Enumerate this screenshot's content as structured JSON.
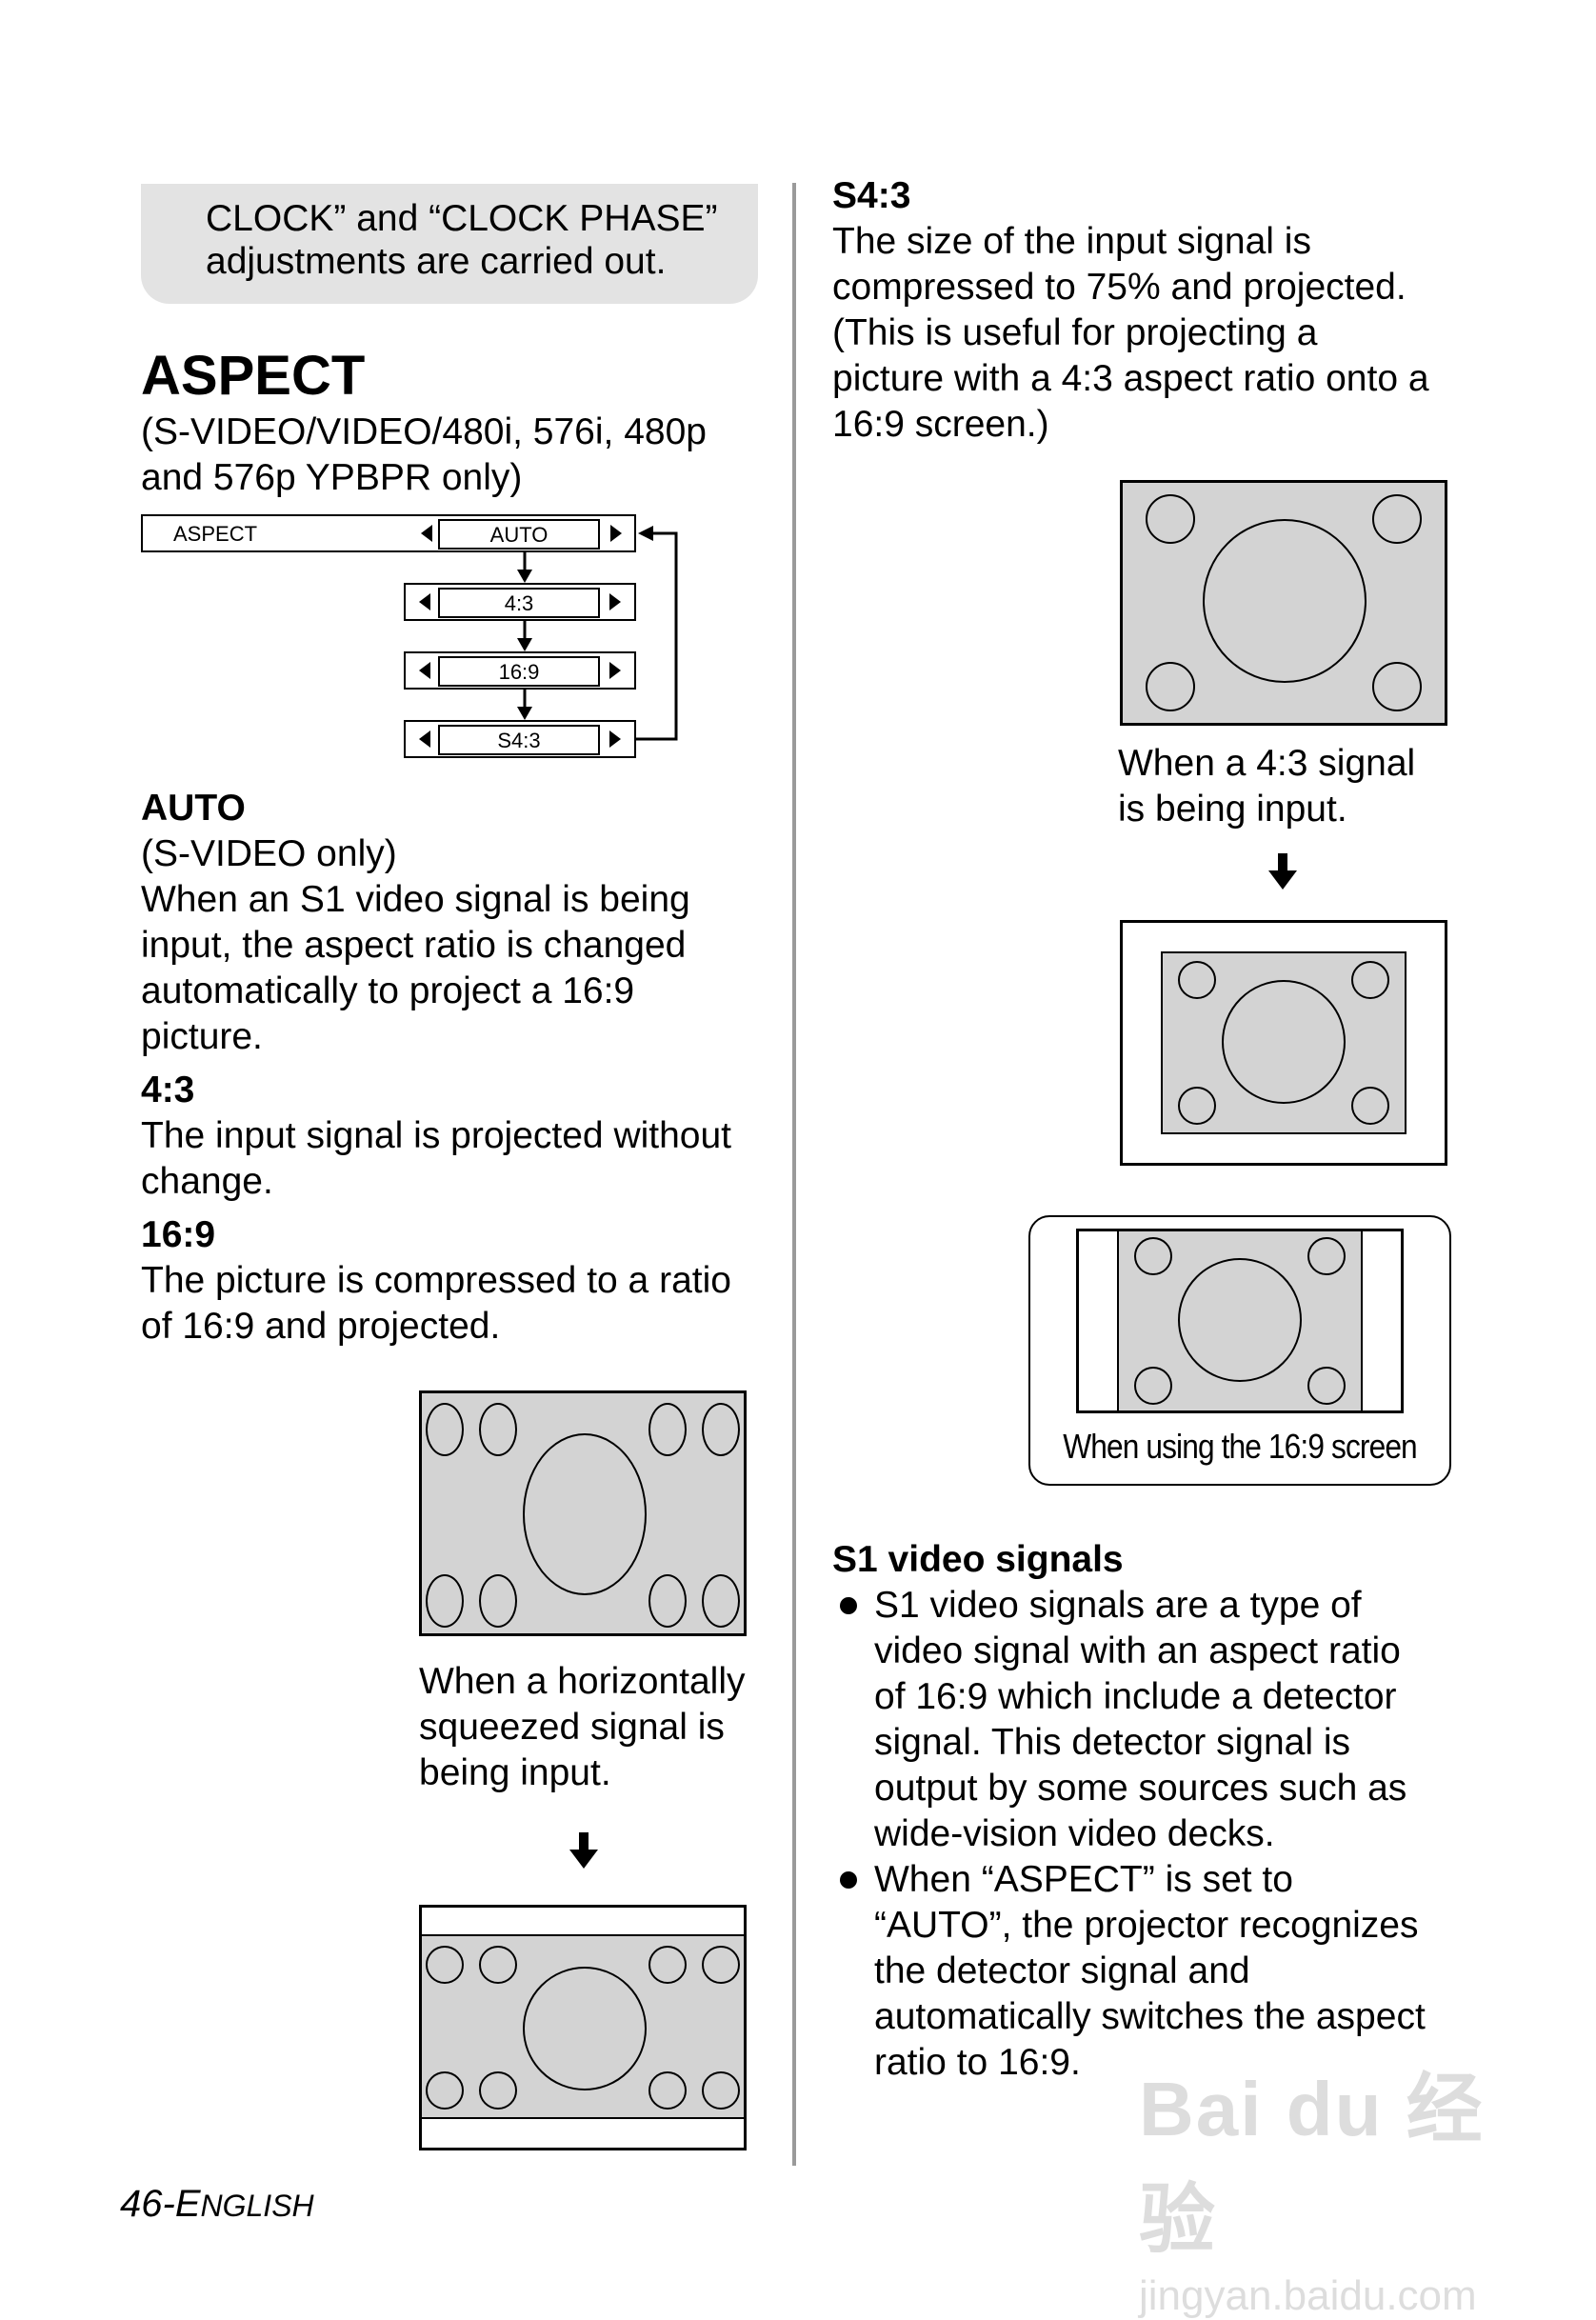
{
  "note_box": {
    "line1": "CLOCK” and “CLOCK PHASE”",
    "line2": "adjustments are carried out."
  },
  "aspect": {
    "title": "ASPECT",
    "subtitle_line1": "(S-VIDEO/VIDEO/480i, 576i, 480p",
    "subtitle_line2": "and 576p YPBPR only)"
  },
  "menu": {
    "label": "ASPECT",
    "options": [
      "AUTO",
      "4:3",
      "16:9",
      "S4:3"
    ]
  },
  "left": {
    "auto_heading": "AUTO",
    "auto_lines": [
      "(S-VIDEO only)",
      "When an S1 video signal is being",
      "input, the aspect ratio is changed",
      "automatically to project a 16:9",
      "picture."
    ],
    "h43_heading": "4:3",
    "h43_lines": [
      "The input signal is projected without",
      "change."
    ],
    "h169_heading": "16:9",
    "h169_lines": [
      "The picture is compressed to a ratio",
      "of 16:9 and projected."
    ],
    "fig_caption_lines": [
      "When a horizontally",
      "squeezed signal is",
      "being input."
    ]
  },
  "right": {
    "s43_heading": "S4:3",
    "s43_lines": [
      "The size of the input signal is",
      "compressed to 75% and projected.",
      "(This is useful for projecting a",
      "picture with a 4:3 aspect ratio onto a",
      "16:9 screen.)"
    ],
    "fig_caption_lines": [
      "When a 4:3 signal",
      "is being input."
    ],
    "screen_caption": "When using the 16:9 screen",
    "s1_heading": "S1 video signals",
    "bullets": [
      [
        "S1 video signals are a type of",
        "video signal with an aspect ratio",
        "of 16:9 which include a detector",
        "signal. This detector signal is",
        "output by some sources such as",
        "wide-vision video decks."
      ],
      [
        "When “ASPECT” is set to",
        "“AUTO”, the projector recognizes",
        "the detector signal and",
        "automatically switches the aspect",
        "ratio to 16:9."
      ]
    ]
  },
  "footer": {
    "page": "46-",
    "lang_initial": "E",
    "lang_rest": "NGLISH"
  },
  "watermark": {
    "brand": "Bai du 经验",
    "url": "jingyan.baidu.com"
  }
}
